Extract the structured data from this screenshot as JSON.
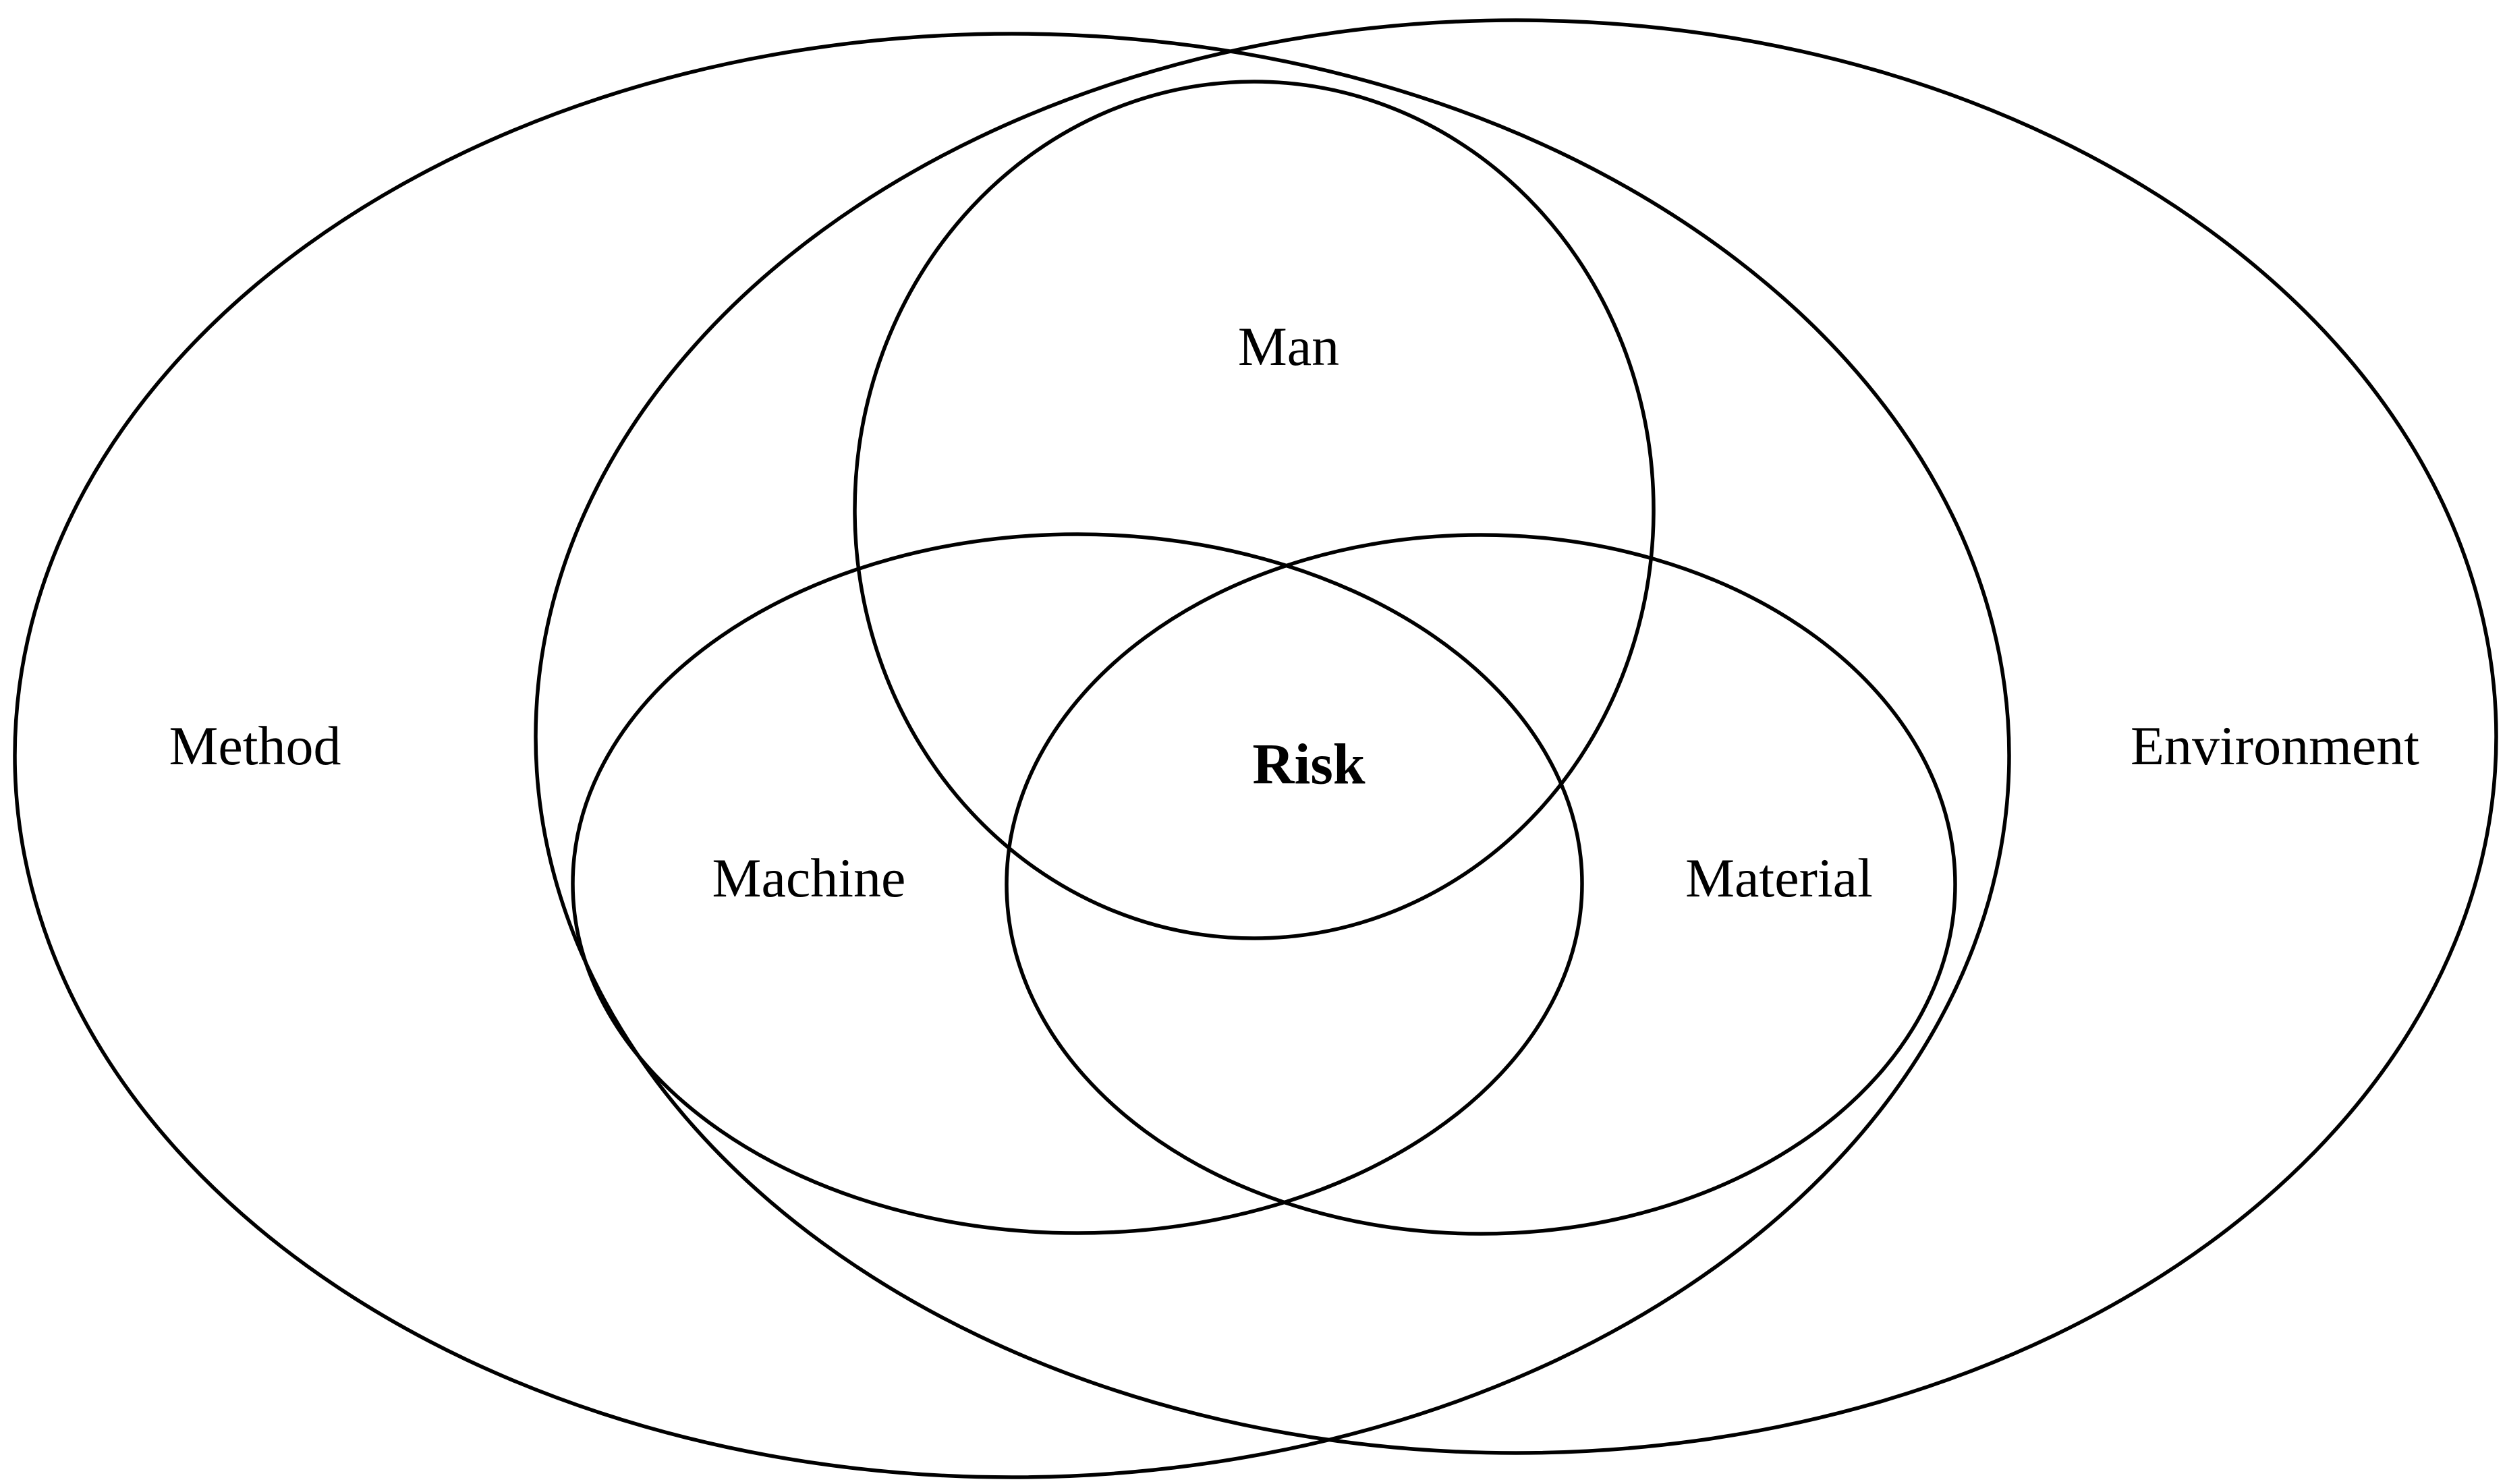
{
  "diagram": {
    "sets": {
      "method": "Method",
      "environment": "Environment",
      "man": "Man",
      "machine": "Machine",
      "material": "Material"
    },
    "center": "Risk"
  }
}
